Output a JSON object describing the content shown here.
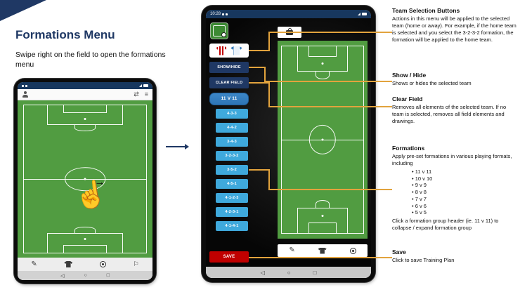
{
  "page": {
    "title": "Formations Menu",
    "subtitle": "Swipe right on the field to open the formations menu"
  },
  "colors": {
    "navy": "#1F3864",
    "button_blue": "#2E75B6",
    "formation_blue": "#3FA9DC",
    "save_red": "#C00000",
    "field_green": "#519C41",
    "connector_orange": "#E2A33D"
  },
  "icons": {
    "pencil": "✎",
    "flag": "⚐",
    "swap": "⇄",
    "menu": "≡",
    "back": "◁",
    "home": "○",
    "recents": "□",
    "hand": "☝",
    "swipe_arrow": "→"
  },
  "phone2": {
    "status_time": "10:28",
    "menu": {
      "show_hide_label": "SHOW/HIDE",
      "clear_field_label": "CLEAR FIELD",
      "group_header": "11 V 11",
      "formations": [
        "4-3-3",
        "4-4-2",
        "3-4-3",
        "3-2-3-2",
        "3-5-2",
        "4-5-1",
        "4-1-2-3",
        "4-2-3-1",
        "4-1-4-1"
      ],
      "save_label": "SAVE"
    }
  },
  "annotations": [
    {
      "heading": "Team Selection Buttons",
      "body": "Actions in this menu will be applied to the selected team (home or away). For example, if the home team is selected and you select the 3-2-3-2 formation, the formation will be applied to the home team."
    },
    {
      "heading": "Show / Hide",
      "body": "Shows or hides the selected team"
    },
    {
      "heading": "Clear Field",
      "body": "Removes all elements of the selected team. If no team is selected, removes all field elements and drawings."
    },
    {
      "heading": "Formations",
      "body": "Apply pre-set formations in various playing formats, including",
      "bullets": [
        "11 v 11",
        "10 v 10",
        "9 v 9",
        "8 v 8",
        "7 v 7",
        "6 v 6",
        "5 v 5"
      ],
      "footer": "Click a formation group header (ie. 11 v 11) to collapse / expand formation group"
    },
    {
      "heading": "Save",
      "body": "Click to save Training Plan"
    }
  ]
}
